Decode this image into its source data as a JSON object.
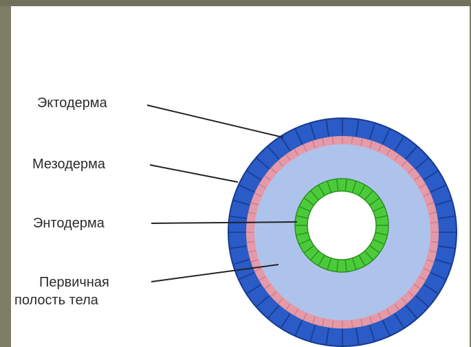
{
  "diagram": {
    "labels": {
      "ectoderm": "Эктодерма",
      "mesoderm": "Мезодерма",
      "endoderm": "Энтодерма",
      "cavity_line1": "Первичная",
      "cavity_line2": "полость тела"
    },
    "colors": {
      "frame": "#7b7d66",
      "background": "#ffffff",
      "ectoderm": "#2a5bc6",
      "ectoderm_outline": "#173a8f",
      "mesoderm": "#e49aa8",
      "body_cavity": "#aec3ec",
      "endoderm": "#4ccb3a",
      "endoderm_outline": "#2a8f1f",
      "gut_lumen": "#ffffff",
      "leader_line": "#222222",
      "text": "#2b2b2b"
    }
  }
}
